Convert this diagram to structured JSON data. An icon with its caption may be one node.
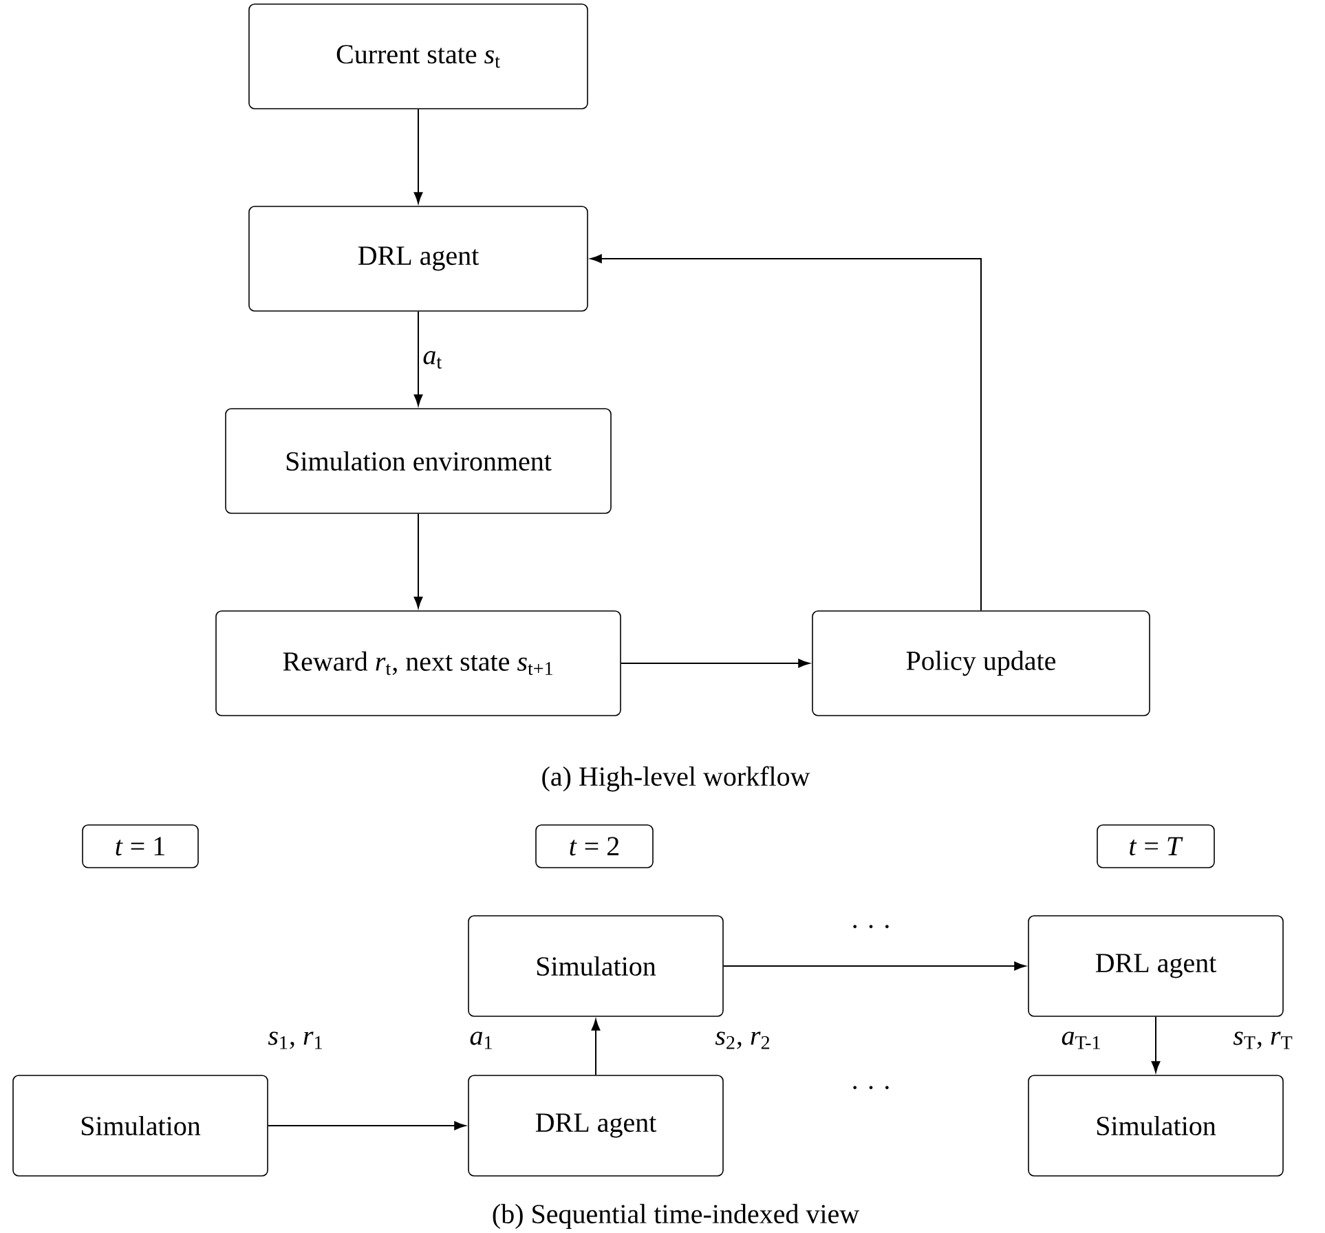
{
  "diagram": {
    "nodes": [
      {
        "text": [
          "Current state *s*$_{t}$"
        ]
      },
      {
        "text": [
          "DRL agent"
        ]
      },
      {
        "text": [
          "Simulation environment"
        ]
      },
      {
        "text": [
          "Reward *r*$_{t}$, next state *s*$_{t+1}$"
        ]
      },
      {
        "text": [
          "Policy update"
        ]
      },
      {
        "text": [
          "*t* = 1"
        ]
      },
      {
        "text": [
          "*t* = 2"
        ]
      },
      {
        "text": [
          "*t* = *T*"
        ]
      },
      {
        "text": [
          "Simulation"
        ]
      },
      {
        "text": [
          "DRL agent"
        ]
      },
      {
        "text": [
          "Simulation"
        ]
      },
      {
        "text": [
          "DRL agent"
        ]
      },
      {
        "text": [
          "Simulation"
        ]
      }
    ],
    "edges": [
      {
        "from": 0,
        "to": 1,
        "arrow": "to"
      },
      {
        "from": 1,
        "to": 2,
        "arrow": "to",
        "label": "*a*$_{t}$"
      },
      {
        "from": 2,
        "to": 3,
        "arrow": "to"
      },
      {
        "from": 3,
        "to": 4,
        "arrow": "to"
      },
      {
        "from": 4,
        "to": 1,
        "arrow": "to"
      },
      {
        "from": 10,
        "to": 11,
        "arrow": "to"
      },
      {
        "from": 11,
        "to": 8,
        "arrow": "to"
      },
      {
        "from": 8,
        "to": 9,
        "arrow": "to"
      },
      {
        "from": 9,
        "to": 12,
        "arrow": "to"
      }
    ],
    "labels": [
      "(a) High-level workflow",
      "· · ·",
      "*s*$_{1}$,  *r*$_{1}$",
      "*a*$_{1}$",
      "*s*$_{2}$,  *r*$_{2}$",
      "*a*$_{T-1}$",
      "*s*$_{T}$,  *r*$_{T}$",
      "· · ·",
      "(b) Sequential time-indexed view"
    ]
  }
}
